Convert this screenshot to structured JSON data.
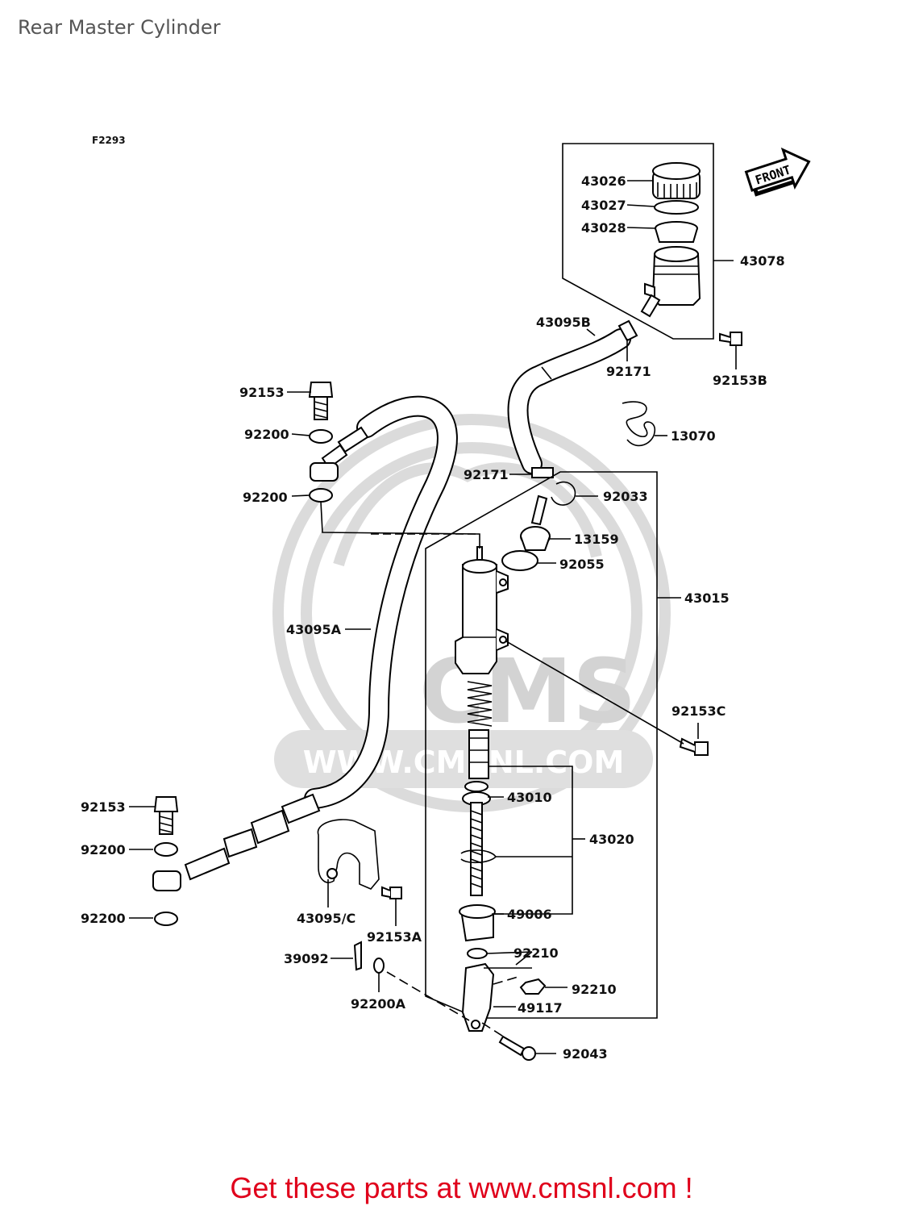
{
  "page": {
    "title": "Rear Master Cylinder",
    "figure_code": "F2293",
    "footer": "Get these parts at www.cmsnl.com !"
  },
  "watermark": {
    "text": "WWW.CMSNL.COM",
    "logo": "CMS"
  },
  "front_marker": "FRONT",
  "labels": {
    "p43026": "43026",
    "p43027": "43027",
    "p43028": "43028",
    "p43078": "43078",
    "p92153B": "92153B",
    "p43095B": "43095B",
    "p92171a": "92171",
    "p92171b": "92171",
    "p13070": "13070",
    "p92153top": "92153",
    "p92200a": "92200",
    "p92200b": "92200",
    "p92033": "92033",
    "p13159": "13159",
    "p92055": "92055",
    "p43015": "43015",
    "p43095A": "43095A",
    "p92153C": "92153C",
    "p43010": "43010",
    "p43020": "43020",
    "p49006": "49006",
    "p92153bot": "92153",
    "p92200c": "92200",
    "p92200d": "92200",
    "p43095C": "43095/C",
    "p92153A": "92153A",
    "p39092": "39092",
    "p92200A": "92200A",
    "p92210a": "92210",
    "p92210b": "92210",
    "p49117": "49117",
    "p92043": "92043"
  }
}
